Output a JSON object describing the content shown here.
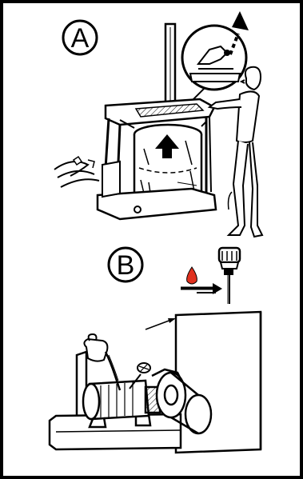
{
  "panels": [
    {
      "id": "A",
      "label": "A"
    },
    {
      "id": "B",
      "label": "B"
    }
  ],
  "colors": {
    "ink": "#000000",
    "paper": "#ffffff",
    "drop": "#e0301e"
  },
  "icons": [
    "up-arrow-icon",
    "oil-drop-icon",
    "right-arrow-icon"
  ]
}
